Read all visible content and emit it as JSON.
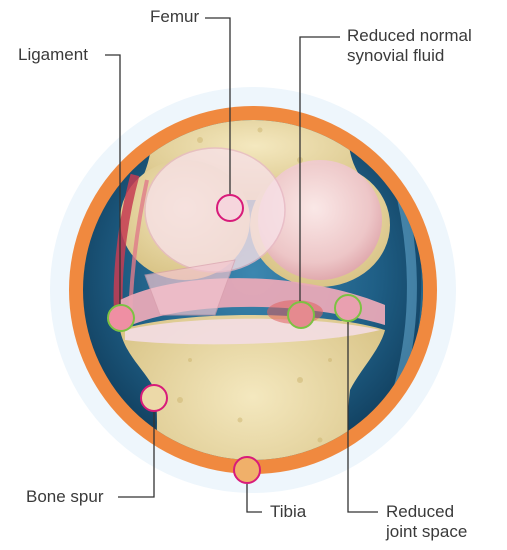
{
  "labels": {
    "femur": "Femur",
    "ligament": "Ligament",
    "synovial_line1": "Reduced normal",
    "synovial_line2": "synovial fluid",
    "bone_spur": "Bone spur",
    "tibia": "Tibia",
    "joint_line1": "Reduced",
    "joint_line2": "joint space"
  },
  "colors": {
    "outer_ring": "#eef6fc",
    "orange_ring": "#f0893f",
    "background": "#1f5f86",
    "bone": "#e9d9a6",
    "cartilage": "#f1cad3",
    "marker_magenta": "#d81b7a",
    "marker_green": "#7cc242",
    "leader": "#333333"
  }
}
